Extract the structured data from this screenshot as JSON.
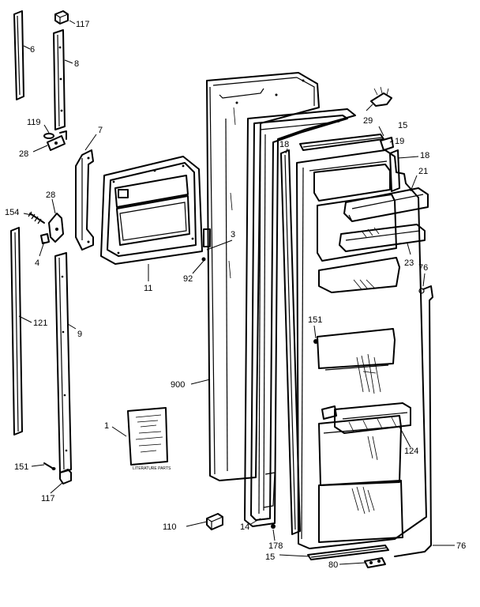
{
  "diagram": {
    "labels": {
      "l117a": "117",
      "l6": "6",
      "l8": "8",
      "l119": "119",
      "l28a": "28",
      "l7": "7",
      "l29": "29",
      "l15a": "15",
      "l19": "19",
      "l18a": "18",
      "l18b": "18",
      "l21": "21",
      "l28b": "28",
      "l154": "154",
      "l4": "4",
      "l3": "3",
      "l92": "92",
      "l11": "11",
      "l23": "23",
      "l76a": "76",
      "l121": "121",
      "l9": "9",
      "l151a": "151",
      "l900": "900",
      "l1": "1",
      "l124": "124",
      "l151b": "151",
      "l117b": "117",
      "l110": "110",
      "l14": "14",
      "l178": "178",
      "l76b": "76",
      "l15b": "15",
      "l80": "80"
    },
    "booklet_text": "LITERATURE PARTS"
  }
}
